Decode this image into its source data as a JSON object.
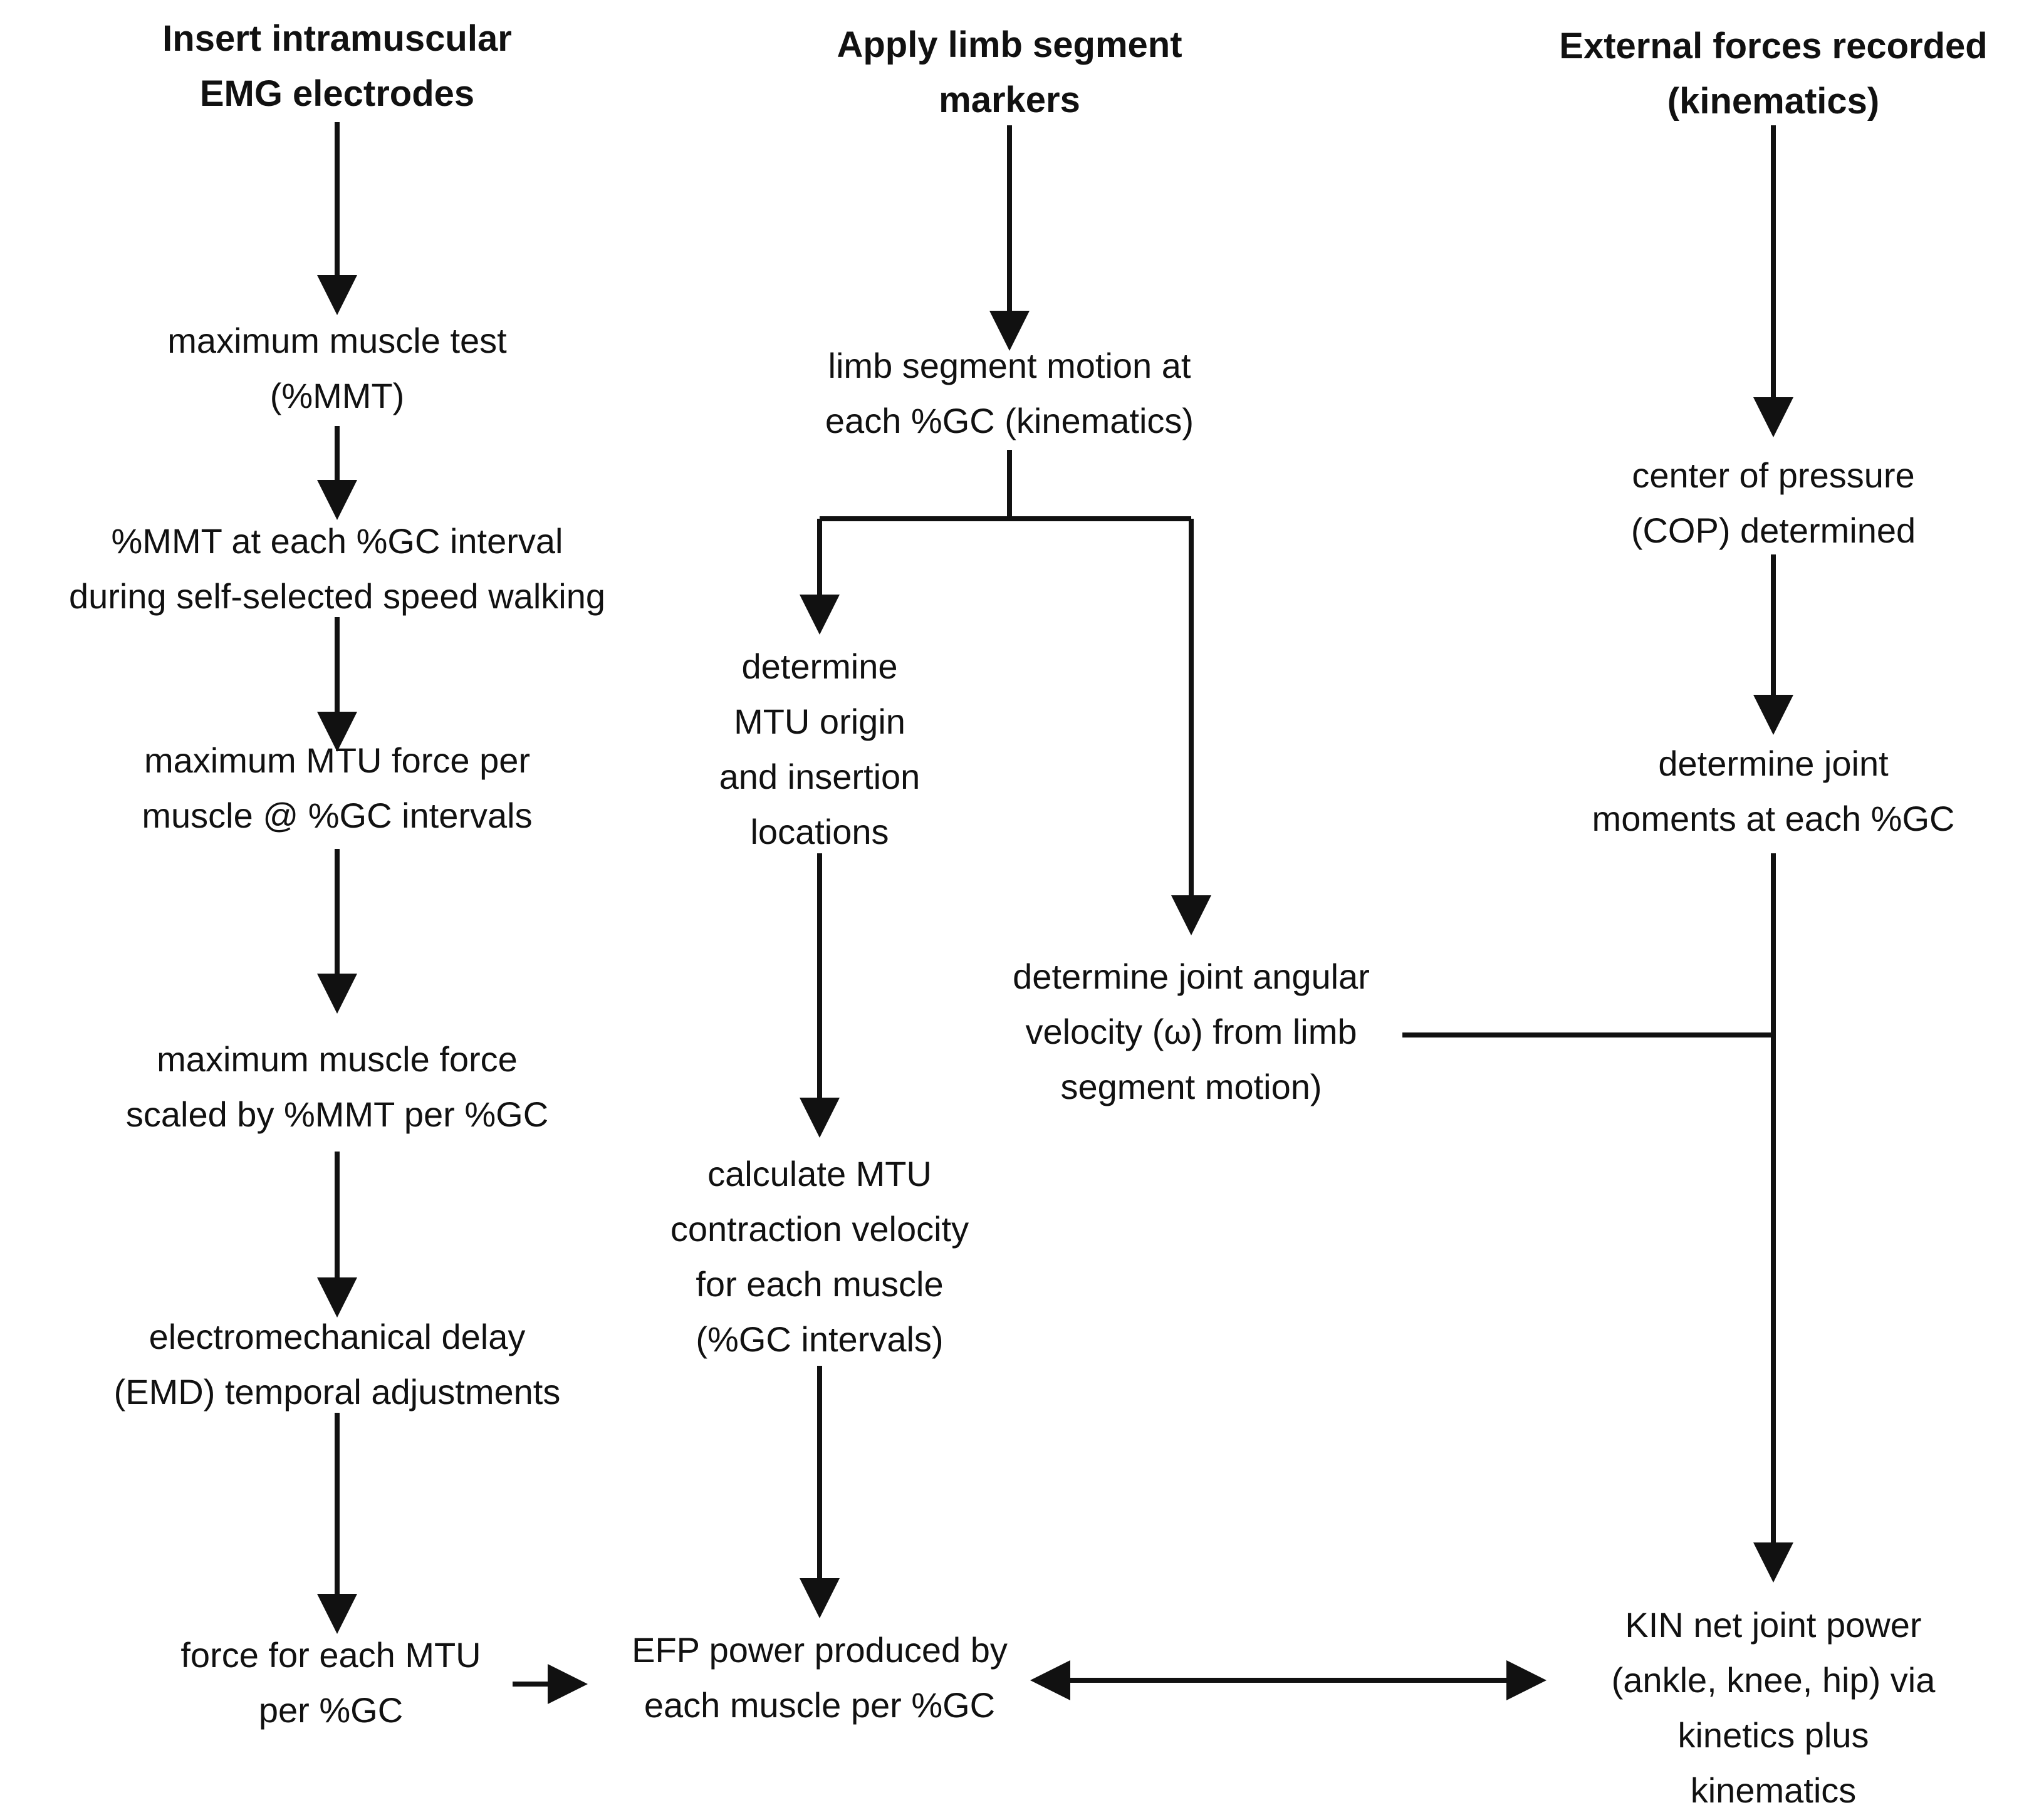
{
  "colors": {
    "ink": "#111111",
    "background": "#ffffff"
  },
  "columns": {
    "emg": {
      "header": {
        "lines": [
          "Insert intramuscular",
          "EMG electrodes"
        ]
      },
      "mmt": {
        "lines": [
          "maximum muscle test",
          "(%MMT)"
        ]
      },
      "mmt_gc": {
        "lines": [
          "%MMT at each %GC interval",
          "during self-selected speed walking"
        ]
      },
      "mtu_force": {
        "lines": [
          "maximum MTU force per",
          "muscle @ %GC intervals"
        ]
      },
      "muscle_force": {
        "lines": [
          "maximum muscle force",
          "scaled by %MMT per %GC"
        ]
      },
      "emd": {
        "lines": [
          "electromechanical delay",
          "(EMD) temporal adjustments"
        ]
      },
      "force_mtu": {
        "lines": [
          "force for each MTU",
          "per %GC"
        ]
      }
    },
    "markers": {
      "header": {
        "lines": [
          "Apply limb segment",
          "markers"
        ]
      },
      "motion": {
        "lines": [
          "limb segment motion at",
          "each %GC (kinematics)"
        ]
      },
      "origin": {
        "lines": [
          "determine",
          "MTU origin",
          "and insertion",
          "locations"
        ]
      },
      "angular": {
        "lines": [
          "determine joint angular",
          "velocity (ω) from limb",
          "segment motion)"
        ]
      },
      "velocity": {
        "lines": [
          "calculate MTU",
          "contraction velocity",
          "for each muscle",
          "(%GC intervals)"
        ]
      },
      "efp": {
        "lines": [
          "EFP power produced by",
          "each muscle per %GC"
        ]
      }
    },
    "forces": {
      "header": {
        "lines": [
          "External forces recorded",
          "(kinematics)"
        ]
      },
      "cop": {
        "lines": [
          "center of pressure",
          "(COP) determined"
        ]
      },
      "moments": {
        "lines": [
          "determine joint",
          "moments at each %GC"
        ]
      },
      "kin": {
        "lines": [
          "KIN net joint power",
          "(ankle, knee, hip) via",
          "kinetics plus",
          "kinematics"
        ]
      }
    }
  }
}
